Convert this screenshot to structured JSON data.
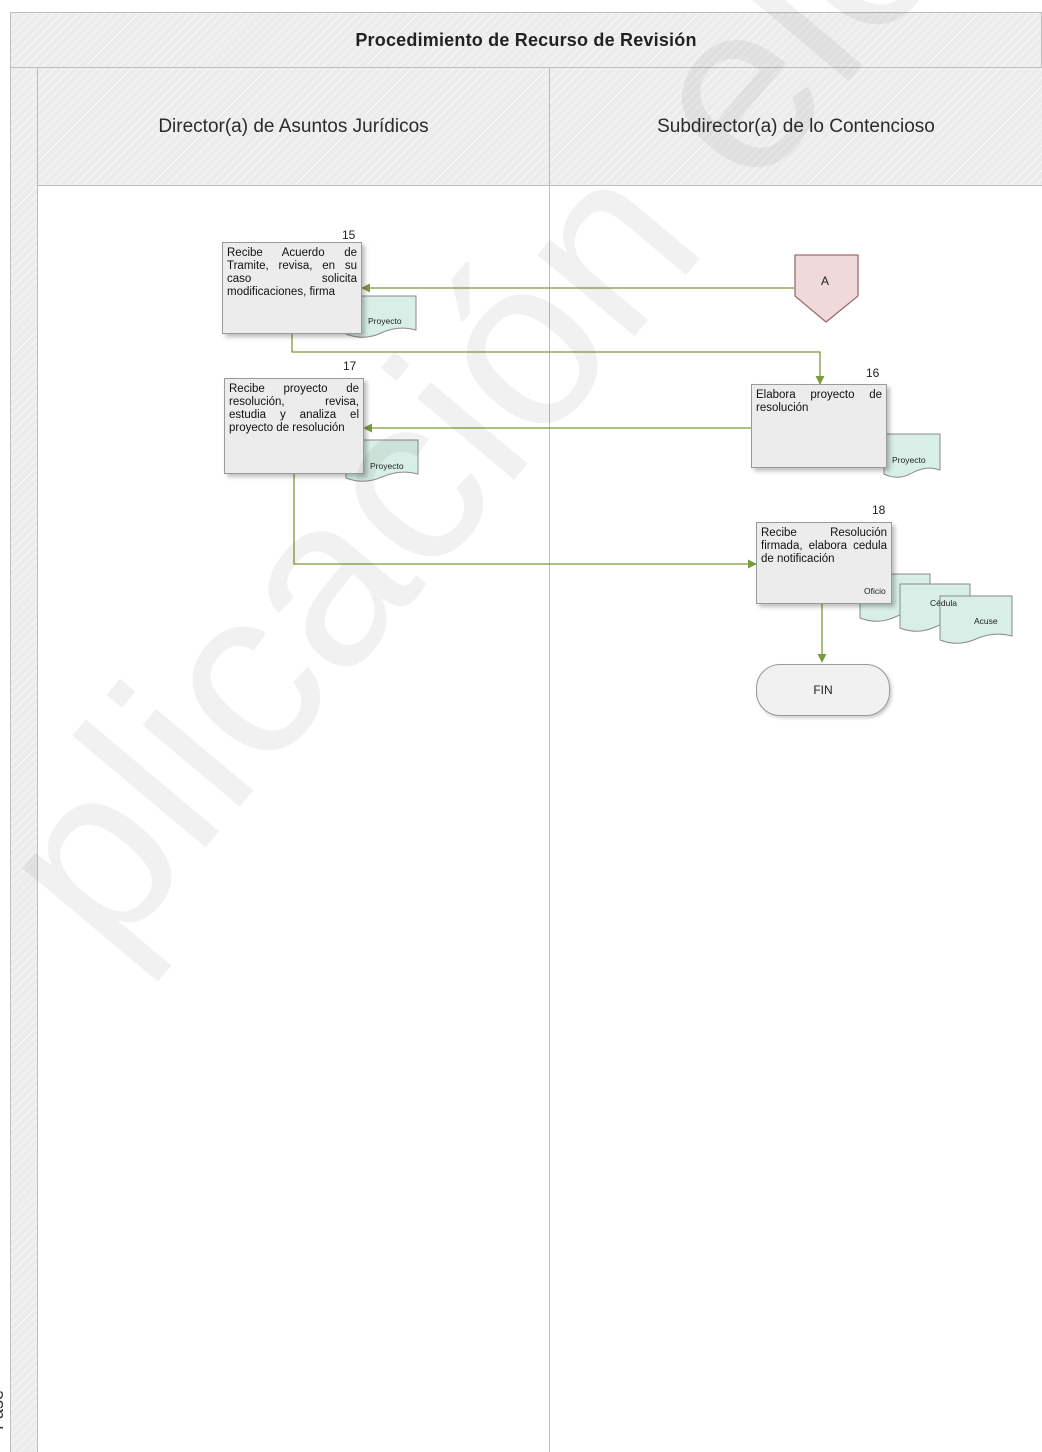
{
  "title": "Procedimiento de Recurso de Revisión",
  "phase_label": "Fase",
  "lanes": [
    {
      "name": "Director(a) de Asuntos Jurídicos"
    },
    {
      "name": "Subdirector(a) de lo Contencioso"
    }
  ],
  "steps": {
    "s15": {
      "number": "15",
      "text": "Recibe Acuerdo de Tramite, revisa, en su caso solicita modificaciones, firma",
      "doc": "Proyecto"
    },
    "s16": {
      "number": "16",
      "text": "Elabora proyecto de resolución",
      "doc": "Proyecto"
    },
    "s17": {
      "number": "17",
      "text": "Recibe proyecto de resolución, revisa, estudia y analiza el proyecto de resolución",
      "doc": "Proyecto"
    },
    "s18": {
      "number": "18",
      "text": "Recibe Resolución firmada, elabora cedula de notificación",
      "docs": [
        "Oficio",
        "Cédula",
        "Acuse"
      ]
    }
  },
  "connector": "A",
  "end": "FIN",
  "watermark": "plicación electróni",
  "colors": {
    "arrow": "#7a9a3c",
    "doc_fill": "#d7efe6",
    "connector_fill": "#efd9db",
    "connector_stroke": "#a06b72"
  }
}
